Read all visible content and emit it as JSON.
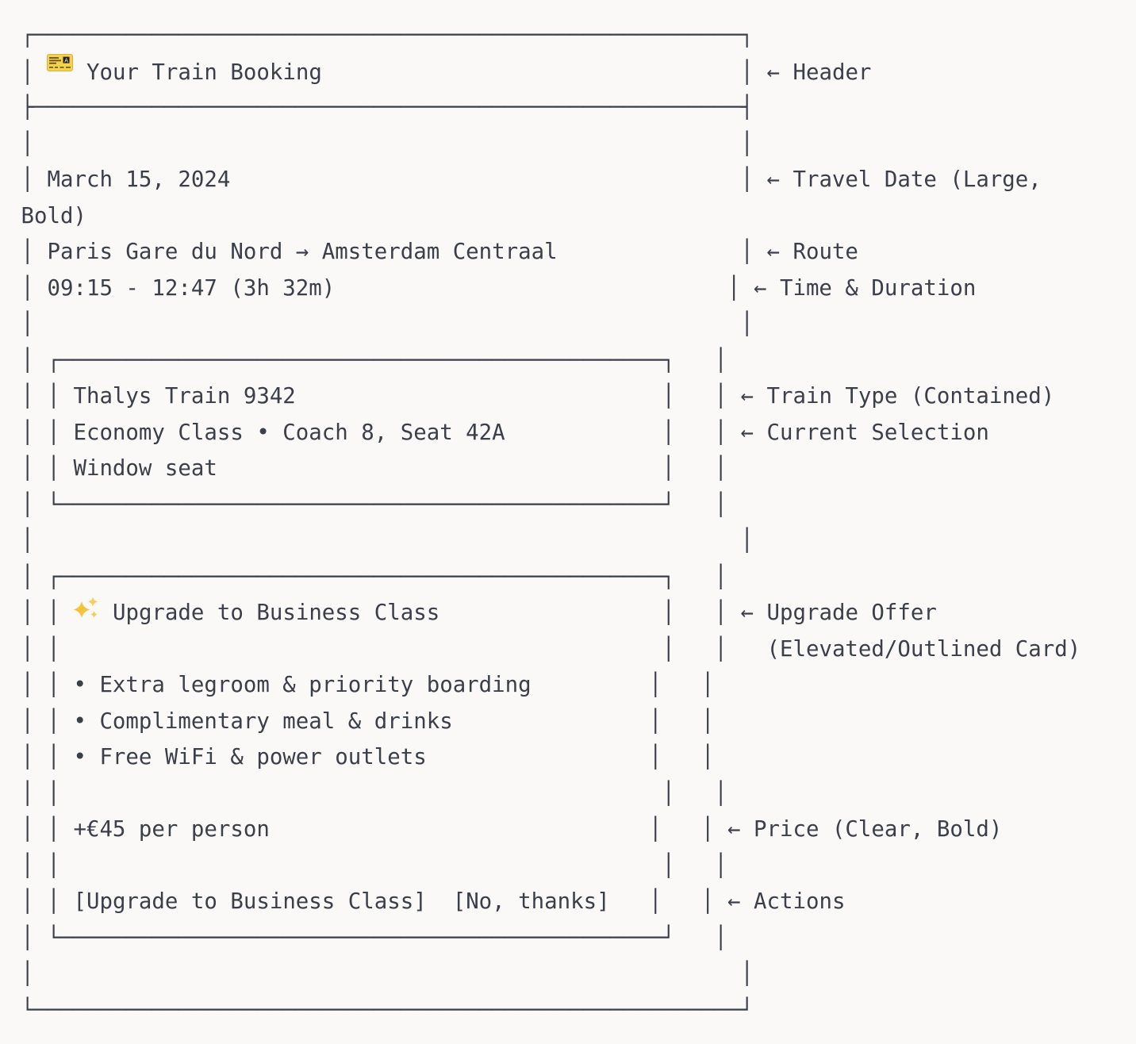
{
  "meta": {
    "title": "Your Train Booking"
  },
  "palette": {
    "background": "#faf9f7",
    "text": "#3a3f4a",
    "ticket_yellow": "#f5d24b",
    "ticket_dark": "#262016",
    "sparkle_gold": "#f6c33e"
  },
  "header": {
    "icon": "ticket-emoji",
    "title": "Your Train Booking",
    "annotation": "← Header"
  },
  "booking": {
    "travel_date": "March 15, 2024",
    "route": "Paris Gare du Nord → Amsterdam Centraal",
    "time_duration": "09:15 - 12:47 (3h 32m)",
    "train_card": {
      "train": "Thalys Train 9342",
      "selection": "Economy Class • Coach 8, Seat 42A",
      "seat": "Window seat"
    },
    "upgrade_card": {
      "icon": "sparkles-emoji",
      "title": "Upgrade to Business Class",
      "benefits": [
        "• Extra legroom & priority boarding",
        "• Complimentary meal & drinks",
        "• Free WiFi & power outlets"
      ],
      "price": "+€45 per person",
      "actions": {
        "confirm": "[Upgrade to Business Class]",
        "decline": "[No, thanks]"
      }
    }
  },
  "annotations": [
    "← Header",
    "← Travel Date (Large, Bold)",
    "← Route",
    "← Time & Duration",
    "← Train Type (Contained)",
    "← Current Selection",
    "← Upgrade Offer (Elevated/Outlined Card)",
    "← Price (Clear, Bold)",
    "← Actions"
  ],
  "art": {
    "rows": [
      [
        {
          "t": "┌"
        },
        {
          "d": 54
        },
        {
          "t": "┐"
        }
      ],
      [
        {
          "t": "│ "
        },
        {
          "icon": "ticket-emoji"
        },
        {
          "t": " Your Train Booking"
        },
        {
          "sp": 32
        },
        {
          "t": "│ ← Header"
        }
      ],
      [
        {
          "t": "├"
        },
        {
          "d": 54
        },
        {
          "t": "┤"
        }
      ],
      [
        {
          "t": "│"
        },
        {
          "sp": 54
        },
        {
          "t": "│"
        }
      ],
      [
        {
          "t": "│ March 15, 2024"
        },
        {
          "sp": 39
        },
        {
          "t": "│ ← Travel Date (Large,"
        }
      ],
      [
        {
          "t": "Bold)"
        }
      ],
      [
        {
          "t": "│ Paris Gare du Nord → Amsterdam Centraal"
        },
        {
          "sp": 14
        },
        {
          "t": "│ ← Route"
        }
      ],
      [
        {
          "t": "│ 09:15 - 12:47 (3h 32m)"
        },
        {
          "sp": 30
        },
        {
          "t": "│ ← Time & Duration"
        }
      ],
      [
        {
          "t": "│"
        },
        {
          "sp": 54
        },
        {
          "t": "│"
        }
      ],
      [
        {
          "t": "│ ┌"
        },
        {
          "d": 46
        },
        {
          "t": "┐   │"
        }
      ],
      [
        {
          "t": "│ │ Thalys Train 9342"
        },
        {
          "sp": 28
        },
        {
          "t": "│   │ ← Train Type (Contained)"
        }
      ],
      [
        {
          "t": "│ │ Economy Class • Coach 8, Seat 42A"
        },
        {
          "sp": 12
        },
        {
          "t": "│   │ ← Current Selection"
        }
      ],
      [
        {
          "t": "│ │ Window seat"
        },
        {
          "sp": 34
        },
        {
          "t": "│   │"
        }
      ],
      [
        {
          "t": "│ └"
        },
        {
          "d": 46
        },
        {
          "t": "┘   │"
        }
      ],
      [
        {
          "t": "│"
        },
        {
          "sp": 54
        },
        {
          "t": "│"
        }
      ],
      [
        {
          "t": "│ ┌"
        },
        {
          "d": 46
        },
        {
          "t": "┐   │"
        }
      ],
      [
        {
          "t": "│ │ "
        },
        {
          "icon": "sparkles-emoji"
        },
        {
          "t": " Upgrade to Business Class"
        },
        {
          "sp": 17
        },
        {
          "t": "│   │ ← Upgrade Offer"
        }
      ],
      [
        {
          "t": "│ │"
        },
        {
          "sp": 46
        },
        {
          "t": "│   │   (Elevated/Outlined Card)"
        }
      ],
      [
        {
          "t": "│ │ • Extra legroom & priority boarding"
        },
        {
          "sp": 9
        },
        {
          "t": "│   │"
        }
      ],
      [
        {
          "t": "│ │ • Complimentary meal & drinks"
        },
        {
          "sp": 15
        },
        {
          "t": "│   │"
        }
      ],
      [
        {
          "t": "│ │ • Free WiFi & power outlets"
        },
        {
          "sp": 17
        },
        {
          "t": "│   │"
        }
      ],
      [
        {
          "t": "│ │"
        },
        {
          "sp": 46
        },
        {
          "t": "│   │"
        }
      ],
      [
        {
          "t": "│ │ +€45 per person"
        },
        {
          "sp": 29
        },
        {
          "t": "│   │ ← Price (Clear, Bold)"
        }
      ],
      [
        {
          "t": "│ │"
        },
        {
          "sp": 46
        },
        {
          "t": "│   │"
        }
      ],
      [
        {
          "t": "│ │ "
        },
        {
          "t": "[Upgrade to Business Class]",
          "name": "upgrade-confirm-button",
          "btn": true
        },
        {
          "sp": 2
        },
        {
          "t": "[No, thanks]",
          "name": "upgrade-decline-button",
          "btn": true
        },
        {
          "sp": 3
        },
        {
          "t": "│   │ ← Actions"
        }
      ],
      [
        {
          "t": "│ └"
        },
        {
          "d": 46
        },
        {
          "t": "┘   │"
        }
      ],
      [
        {
          "t": "│"
        },
        {
          "sp": 54
        },
        {
          "t": "│"
        }
      ],
      [
        {
          "t": "└"
        },
        {
          "d": 54
        },
        {
          "t": "┘"
        }
      ]
    ]
  }
}
